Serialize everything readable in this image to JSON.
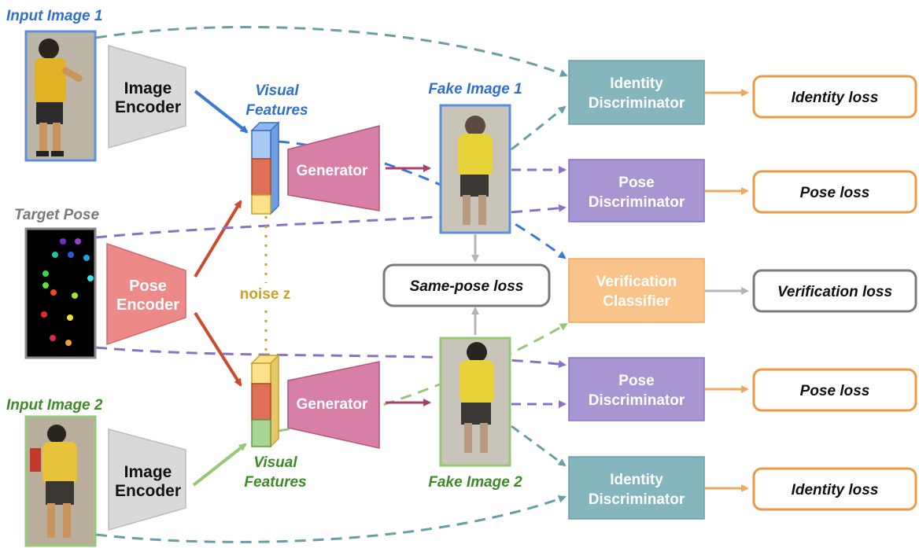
{
  "colors": {
    "blue": "#2f6fd0",
    "green": "#3d8a26",
    "gray": "#8a8a8a",
    "encoder_gray": "#d9d9d9",
    "pose_red": "#ec8a8a",
    "generator": "#d77fa5",
    "identity_disc": "#86b6bd",
    "pose_disc": "#a896d2",
    "verification": "#f8c48a",
    "loss_border": "#e99a45",
    "noise": "#c9a227"
  },
  "labels": {
    "input_image_1": "Input Image 1",
    "input_image_2": "Input Image 2",
    "target_pose": "Target Pose",
    "image_encoder_line1": "Image",
    "image_encoder_line2": "Encoder",
    "pose_encoder_line1": "Pose",
    "pose_encoder_line2": "Encoder",
    "visual_features_line1": "Visual",
    "visual_features_line2": "Features",
    "noise_z": "noise z",
    "generator": "Generator",
    "fake_image_1": "Fake Image 1",
    "fake_image_2": "Fake Image 2",
    "same_pose_loss": "Same-pose loss",
    "identity_disc_line1": "Identity",
    "identity_disc_line2": "Discriminator",
    "pose_disc_line1": "Pose",
    "pose_disc_line2": "Discriminator",
    "verif_line1": "Verification",
    "verif_line2": "Classifier",
    "identity_loss": "Identity loss",
    "pose_loss": "Pose loss",
    "verification_loss": "Verification loss"
  },
  "icons": {
    "person_photo": "person-photo-icon",
    "pose_keypoints": "pose-keypoints-icon"
  }
}
